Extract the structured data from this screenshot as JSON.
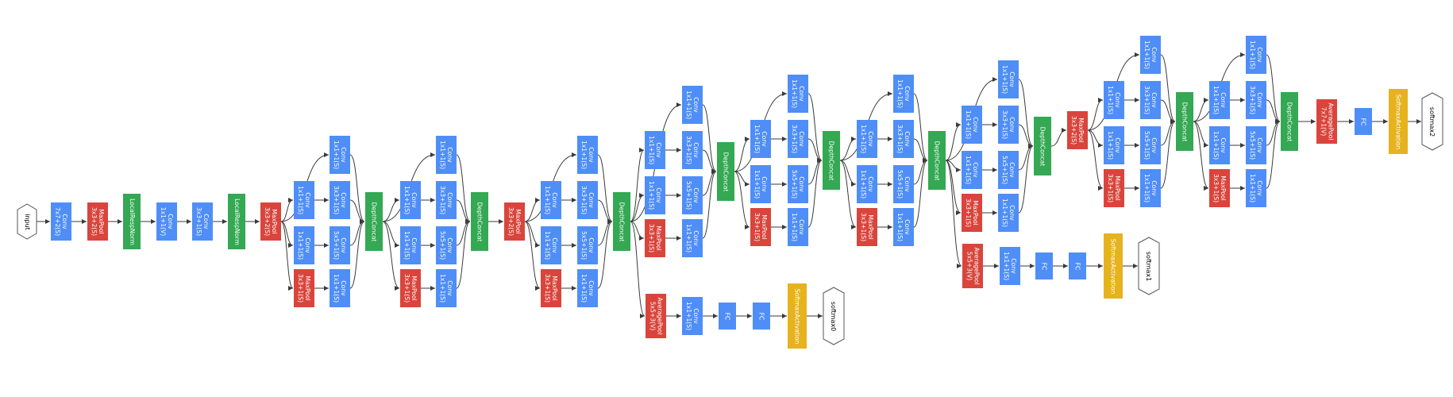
{
  "colors": {
    "conv": "#4f8ef7",
    "pool": "#d9453c",
    "norm": "#34a853",
    "concat": "#34a853",
    "fc": "#4f8ef7",
    "softmax": "#e6b31e",
    "terminal_fill": "#ffffff",
    "terminal_stroke": "#555555",
    "edge": "#3a3a3a"
  },
  "labels": {
    "n_input": "input",
    "n_c1": "Conv\n7x7+2(S)",
    "n_mp1": "MaxPool\n3x3+2(S)",
    "n_ln1": "LocalRespNorm",
    "n_c2": "Conv\n1x1+1(V)",
    "n_c3": "Conv\n3x3+1(S)",
    "n_ln2": "LocalRespNorm",
    "n_mp2": "MaxPool\n3x3+2(S)",
    "n_3a_c1": "Conv\n1x1+1(S)",
    "n_3a_r3": "Conv\n1x1+1(S)",
    "n_3a_r5": "Conv\n1x1+1(S)",
    "n_3a_mp": "MaxPool\n3x3+1(S)",
    "n_3a_c3": "Conv\n3x3+1(S)",
    "n_3a_c5": "Conv\n5x5+1(S)",
    "n_3a_pp": "Conv\n1x1+1(S)",
    "n_3a_dc": "DepthConcat",
    "n_3b_c1": "Conv\n1x1+1(S)",
    "n_3b_r3": "Conv\n1x1+1(S)",
    "n_3b_r5": "Conv\n1x1+1(S)",
    "n_3b_mp": "MaxPool\n3x3+1(S)",
    "n_3b_c3": "Conv\n3x3+1(S)",
    "n_3b_c5": "Conv\n5x5+1(S)",
    "n_3b_pp": "Conv\n1x1+1(S)",
    "n_3b_dc": "DepthConcat",
    "n_mp3": "MaxPool\n3x3+2(S)",
    "n_4a_c1": "Conv\n1x1+1(S)",
    "n_4a_r3": "Conv\n1x1+1(S)",
    "n_4a_r5": "Conv\n1x1+1(S)",
    "n_4a_mp": "MaxPool\n3x3+1(S)",
    "n_4a_c3": "Conv\n3x3+1(S)",
    "n_4a_c5": "Conv\n5x5+1(S)",
    "n_4a_pp": "Conv\n1x1+1(S)",
    "n_4a_dc": "DepthConcat",
    "n_4b_c1": "Conv\n1x1+1(S)",
    "n_4b_r3": "Conv\n1x1+1(S)",
    "n_4b_r5": "Conv\n1x1+1(S)",
    "n_4b_mp": "MaxPool\n3x3+1(S)",
    "n_4b_c3": "Conv\n3x3+1(S)",
    "n_4b_c5": "Conv\n5x5+1(S)",
    "n_4b_pp": "Conv\n1x1+1(S)",
    "n_4b_dc": "DepthConcat",
    "n_aux0_ap": "AveragePool\n5x5+3(V)",
    "n_aux0_cv": "Conv\n1x1+1(S)",
    "n_aux0_fc1": "FC",
    "n_aux0_fc2": "FC",
    "n_aux0_sa": "SoftmaxActivation",
    "n_aux0_out": "softmax0",
    "n_4c_c1": "Conv\n1x1+1(S)",
    "n_4c_r3": "Conv\n1x1+1(S)",
    "n_4c_r5": "Conv\n1x1+1(S)",
    "n_4c_mp": "MaxPool\n3x3+1(S)",
    "n_4c_c3": "Conv\n3x3+1(S)",
    "n_4c_c5": "Conv\n5x5+1(S)",
    "n_4c_pp": "Conv\n1x1+1(S)",
    "n_4c_dc": "DepthConcat",
    "n_4d_c1": "Conv\n1x1+1(S)",
    "n_4d_r3": "Conv\n1x1+1(S)",
    "n_4d_r5": "Conv\n1x1+1(S)",
    "n_4d_mp": "MaxPool\n3x3+1(S)",
    "n_4d_c3": "Conv\n3x3+1(S)",
    "n_4d_c5": "Conv\n5x5+1(S)",
    "n_4d_pp": "Conv\n1x1+1(S)",
    "n_4d_dc": "DepthConcat",
    "n_4e_c1": "Conv\n1x1+1(S)",
    "n_4e_r3": "Conv\n1x1+1(S)",
    "n_4e_r5": "Conv\n1x1+1(S)",
    "n_4e_mp": "MaxPool\n3x3+1(S)",
    "n_4e_c3": "Conv\n3x3+1(S)",
    "n_4e_c5": "Conv\n5x5+1(S)",
    "n_4e_pp": "Conv\n1x1+1(S)",
    "n_4e_dc": "DepthConcat",
    "n_aux1_ap": "AveragePool\n5x5+3(V)",
    "n_aux1_cv": "Conv\n1x1+1(S)",
    "n_aux1_fc1": "FC",
    "n_aux1_fc2": "FC",
    "n_aux1_sa": "SoftmaxActivation",
    "n_aux1_out": "softmax1",
    "n_mp4": "MaxPool\n3x3+2(S)",
    "n_5a_c1": "Conv\n1x1+1(S)",
    "n_5a_r3": "Conv\n1x1+1(S)",
    "n_5a_r5": "Conv\n1x1+1(S)",
    "n_5a_mp": "MaxPool\n3x3+1(S)",
    "n_5a_c3": "Conv\n3x3+1(S)",
    "n_5a_c5": "Conv\n5x5+1(S)",
    "n_5a_pp": "Conv\n1x1+1(S)",
    "n_5a_dc": "DepthConcat",
    "n_5b_c1": "Conv\n1x1+1(S)",
    "n_5b_r3": "Conv\n1x1+1(S)",
    "n_5b_r5": "Conv\n1x1+1(S)",
    "n_5b_mp": "MaxPool\n3x3+1(S)",
    "n_5b_c3": "Conv\n3x3+1(S)",
    "n_5b_c5": "Conv\n5x5+1(S)",
    "n_5b_pp": "Conv\n1x1+1(S)",
    "n_5b_dc": "DepthConcat",
    "n_ap_final": "AveragePool\n7x7+1(V)",
    "n_fc_final": "FC",
    "n_sa_final": "SoftmaxActivation",
    "n_out_final": "softmax2"
  }
}
